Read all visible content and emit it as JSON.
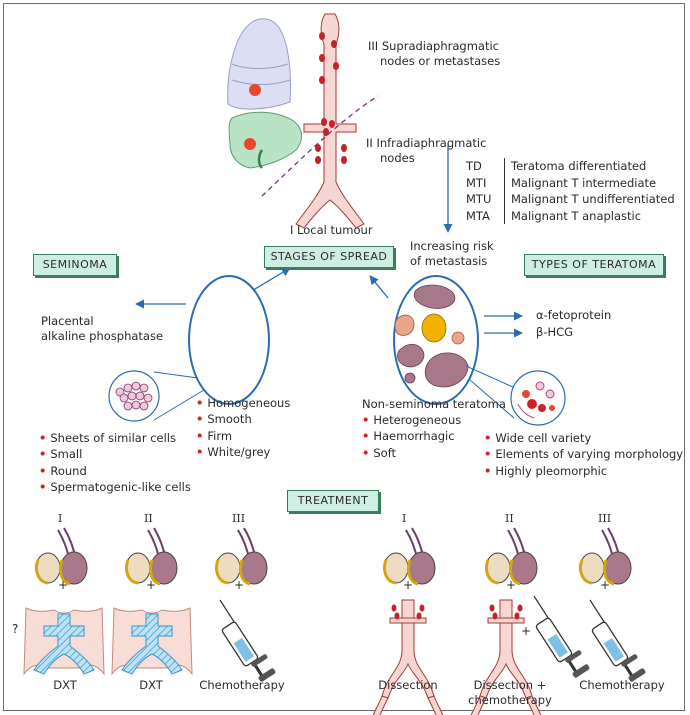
{
  "spread_labels": {
    "stage3_line1": "III Supradiaphragmatic",
    "stage3_line2": "nodes or metastases",
    "stage2_line1": "II Infradiaphragmatic",
    "stage2_line2": "nodes",
    "stage1": "I  Local tumour"
  },
  "teratoma_classes": [
    {
      "abbr": "TD",
      "desc": "Teratoma differentiated"
    },
    {
      "abbr": "MTI",
      "desc": "Malignant T intermediate"
    },
    {
      "abbr": "MTU",
      "desc": "Malignant T undifferentiated"
    },
    {
      "abbr": "MTA",
      "desc": "Malignant T anaplastic"
    }
  ],
  "boxes": {
    "seminoma": "SEMINOMA",
    "stages": "STAGES OF SPREAD",
    "teratoma": "TYPES OF TERATOMA",
    "treatment": "TREATMENT"
  },
  "risk": {
    "line1": "Increasing risk",
    "line2": "of metastasis"
  },
  "markers": {
    "placental_line1": "Placental",
    "placental_line2": "alkaline phosphatase",
    "afp": "α-fetoprotein",
    "hcg": "β-HCG"
  },
  "seminoma_gross": [
    "Homogeneous",
    "Smooth",
    "Firm",
    "White/grey"
  ],
  "seminoma_micro": [
    "Sheets of similar cells",
    "Small",
    "Round",
    "Spermatogenic-like cells"
  ],
  "teratoma_title": "Non-seminoma teratoma",
  "teratoma_gross": [
    "Heterogeneous",
    "Haemorrhagic",
    "Soft"
  ],
  "teratoma_micro": [
    "Wide cell variety",
    "Elements of varying morphology",
    "Highly pleomorphic"
  ],
  "treatment": {
    "stages": [
      "I",
      "II",
      "III",
      "I",
      "II",
      "III"
    ],
    "plus": "+",
    "question": "?",
    "captions": [
      "DXT",
      "DXT",
      "Chemotherapy",
      "Dissection",
      "Dissection +",
      "Chemotherapy"
    ],
    "caption_extra": "chemotherapy"
  },
  "colors": {
    "box_fill": "#cfeee3",
    "box_border": "#3b7d5a",
    "arrow": "#2b6cb0",
    "node": "#c8202a",
    "vessel": "#f6d6d2",
    "liver": "#b8e3c4",
    "lung": "#d9dcf3",
    "dxt": "#a9d8f0"
  }
}
